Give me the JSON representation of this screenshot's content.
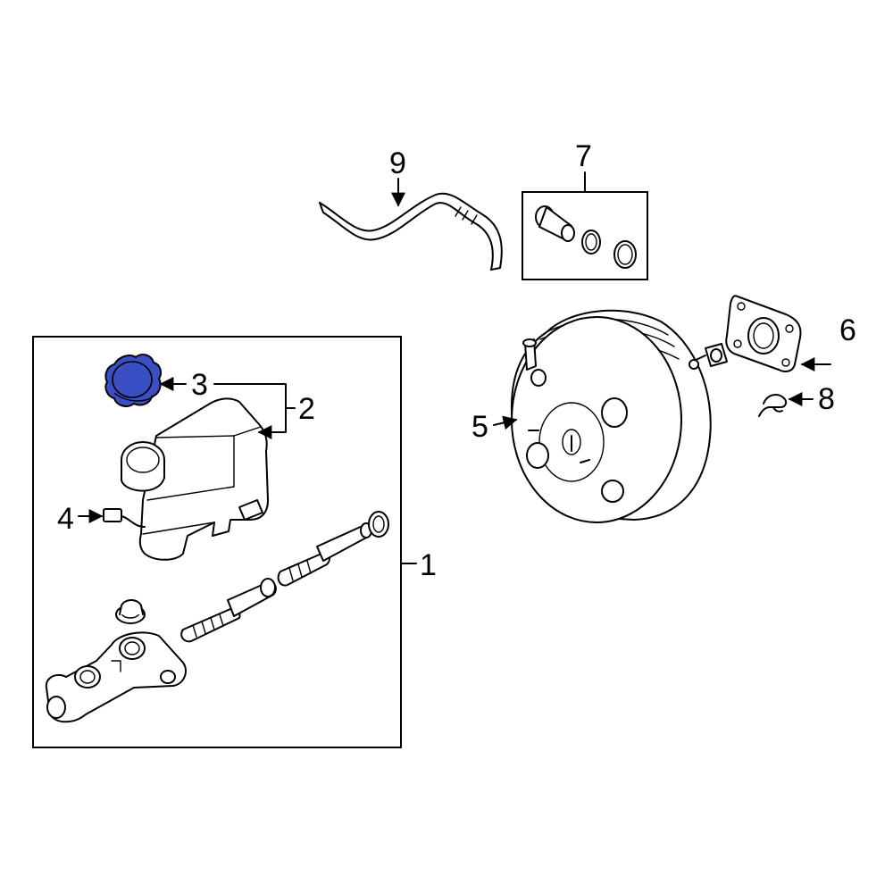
{
  "diagram": {
    "highlight_color": "#3a4fc4",
    "callouts": [
      {
        "id": "1",
        "label": "1"
      },
      {
        "id": "2",
        "label": "2"
      },
      {
        "id": "3",
        "label": "3"
      },
      {
        "id": "4",
        "label": "4"
      },
      {
        "id": "5",
        "label": "5"
      },
      {
        "id": "6",
        "label": "6"
      },
      {
        "id": "7",
        "label": "7"
      },
      {
        "id": "8",
        "label": "8"
      },
      {
        "id": "9",
        "label": "9"
      }
    ],
    "highlighted_part": "3"
  }
}
